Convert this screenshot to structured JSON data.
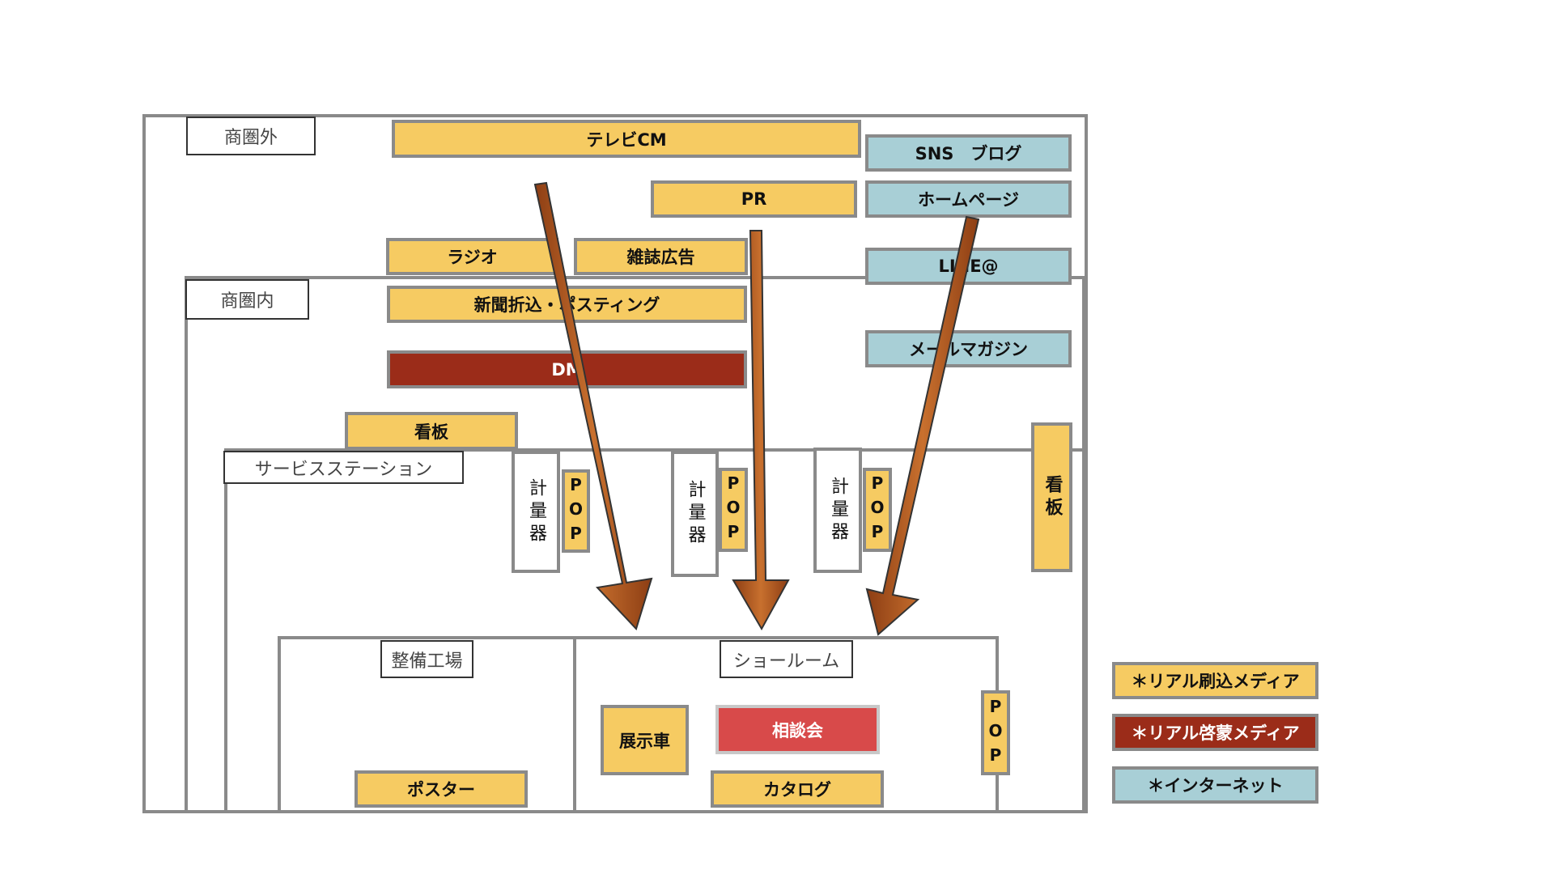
{
  "zones": {
    "outer": "商圏外",
    "inner": "商圏内",
    "station": "サービスステーション",
    "garage": "整備工場",
    "showroom": "ショールーム"
  },
  "media": {
    "tv_cm": "テレビCM",
    "pr": "PR",
    "radio": "ラジオ",
    "magazine": "雑誌広告",
    "newspaper": "新聞折込・ポスティング",
    "dm": "DM",
    "signboard_left": "看板",
    "signboard_right": "看板",
    "sns": "SNS　ブログ",
    "homepage": "ホームページ",
    "line": "LINE@",
    "mailmag": "メールマガジン",
    "meter": "計量器",
    "pop": "POP",
    "poster": "ポスター",
    "display_car": "展示車",
    "consultation": "相談会",
    "catalog": "カタログ"
  },
  "legend": {
    "print": "＊リアル刷込メディア",
    "enlighten": "＊リアル啓蒙メディア",
    "internet": "＊インターネット"
  },
  "colors": {
    "print_media": "#f6cb62",
    "enlighten_media": "#9b2c19",
    "internet_media": "#a8cfd6",
    "consultation": "#d84a4a",
    "arrow": "#b35a22",
    "border": "#8a8a8a"
  }
}
